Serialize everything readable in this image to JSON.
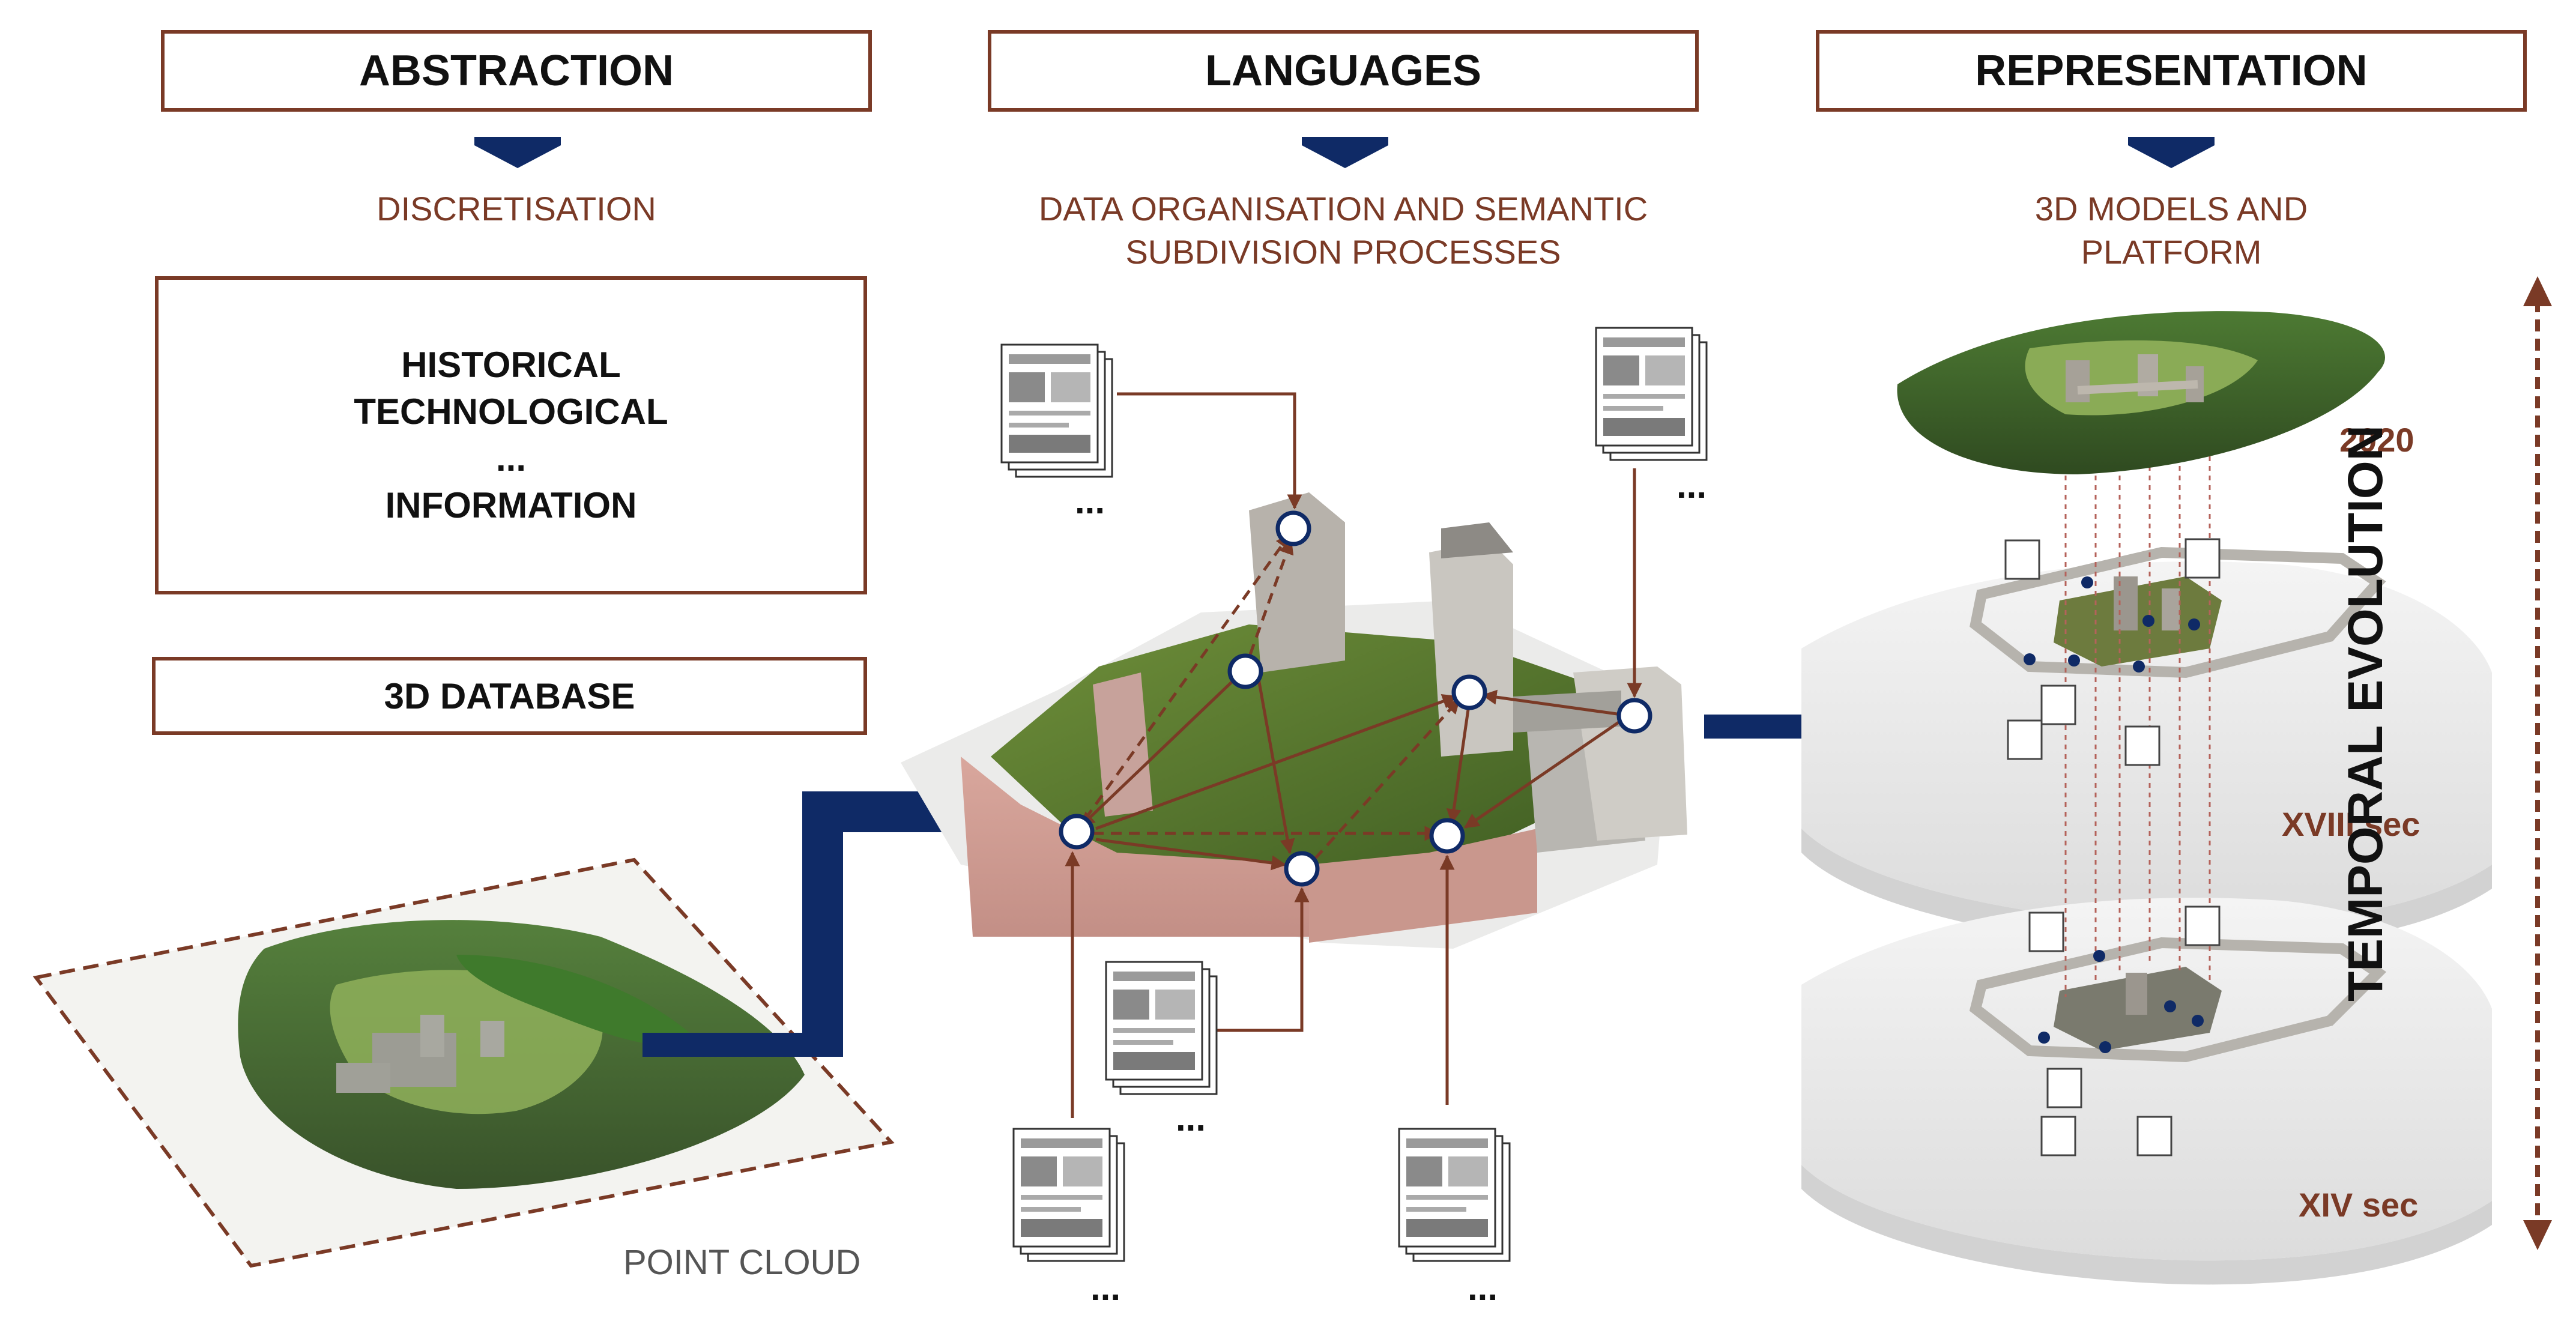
{
  "columns": {
    "abstraction": {
      "header": "ABSTRACTION",
      "subtitle": "DISCRETISATION",
      "info_lines": [
        "HISTORICAL",
        "TECHNOLOGICAL",
        "...",
        "INFORMATION"
      ],
      "database": "3D DATABASE",
      "point_cloud_label": "POINT CLOUD"
    },
    "languages": {
      "header": "LANGUAGES",
      "subtitle_lines": [
        "DATA ORGANISATION AND SEMANTIC",
        "SUBDIVISION PROCESSES"
      ],
      "doc_ellipsis": "..."
    },
    "representation": {
      "header": "REPRESENTATION",
      "subtitle_lines": [
        "3D MODELS AND",
        "PLATFORM"
      ],
      "periods": [
        "2020",
        "XVIII sec",
        "XIV sec"
      ],
      "timeline_label": "TEMPORAL EVOLUTION"
    }
  },
  "colors": {
    "box_border": "#7a3a26",
    "subtitle": "#7a3a26",
    "arrow_navy": "#0f2a66",
    "link_brown": "#7a3a26"
  }
}
